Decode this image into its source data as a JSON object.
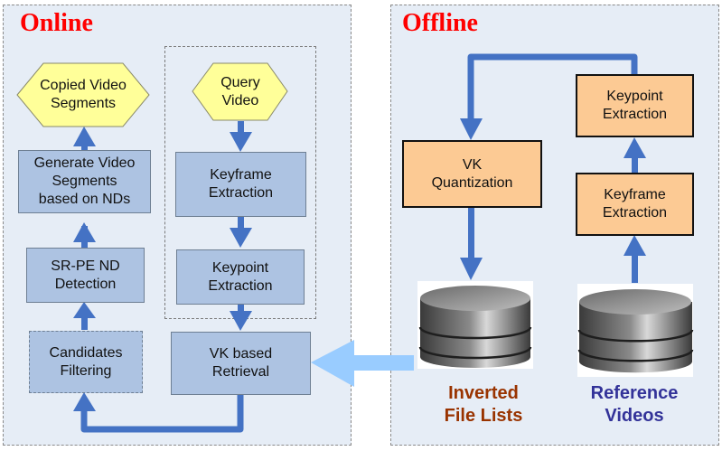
{
  "diagram": {
    "online": {
      "title": "Online",
      "nodes": {
        "copied_video_segments": "Copied Video\nSegments",
        "generate_video_segments": "Generate Video\nSegments\nbased on NDs",
        "srpe_nd_detection": "SR-PE ND\nDetection",
        "candidates_filtering": "Candidates\nFiltering",
        "query_video": "Query\nVideo",
        "keyframe_extraction": "Keyframe\nExtraction",
        "keypoint_extraction": "Keypoint\nExtraction",
        "vk_based_retrieval": "VK based\nRetrieval"
      }
    },
    "offline": {
      "title": "Offline",
      "nodes": {
        "vk_quantization": "VK\nQuantization",
        "keypoint_extraction": "Keypoint\nExtraction",
        "keyframe_extraction": "Keyframe\nExtraction"
      },
      "databases": {
        "inverted_file_lists": "Inverted\nFile Lists",
        "reference_videos": "Reference\nVideos"
      }
    },
    "edges": [
      {
        "from": "Query Video",
        "to": "Keyframe Extraction"
      },
      {
        "from": "Keyframe Extraction",
        "to": "Keypoint Extraction"
      },
      {
        "from": "Keypoint Extraction",
        "to": "VK based Retrieval"
      },
      {
        "from": "VK based Retrieval",
        "to": "Candidates Filtering"
      },
      {
        "from": "Candidates Filtering",
        "to": "SR-PE ND Detection"
      },
      {
        "from": "SR-PE ND Detection",
        "to": "Generate Video Segments based on NDs"
      },
      {
        "from": "Generate Video Segments based on NDs",
        "to": "Copied Video Segments"
      },
      {
        "from": "Reference Videos",
        "to": "Keyframe Extraction (offline)"
      },
      {
        "from": "Keyframe Extraction (offline)",
        "to": "Keypoint Extraction (offline)"
      },
      {
        "from": "Keypoint Extraction (offline)",
        "to": "VK Quantization"
      },
      {
        "from": "VK Quantization",
        "to": "Inverted File Lists"
      },
      {
        "from": "Inverted File Lists",
        "to": "VK based Retrieval"
      }
    ],
    "colors": {
      "title": "#ff0000",
      "panel_bg": "#e6edf6",
      "process_box": "#adc3e2",
      "offline_box": "#fcca94",
      "io_hexagon": "#ffff99",
      "arrow": "#4472c4",
      "cross_arrow": "#99ccff",
      "inverted_label": "#993300",
      "reference_label": "#333399"
    }
  }
}
